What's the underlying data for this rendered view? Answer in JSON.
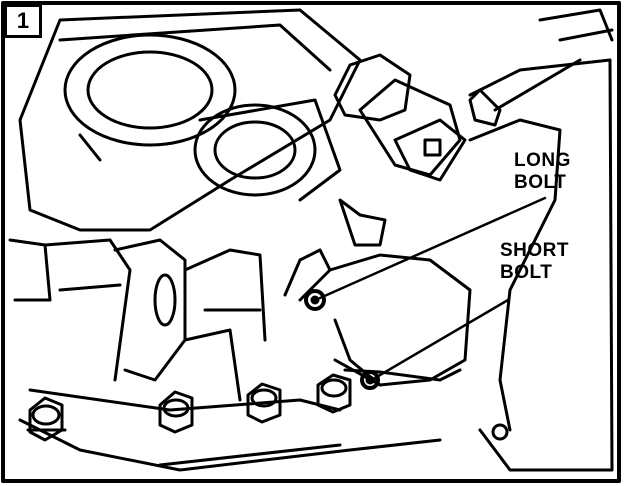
{
  "panel": {
    "number": "1"
  },
  "callouts": {
    "long_bolt": {
      "line1": "LONG",
      "line2": "BOLT"
    },
    "short_bolt": {
      "line1": "SHORT",
      "line2": "BOLT"
    }
  },
  "colors": {
    "ink": "#000000",
    "paper": "#ffffff"
  }
}
